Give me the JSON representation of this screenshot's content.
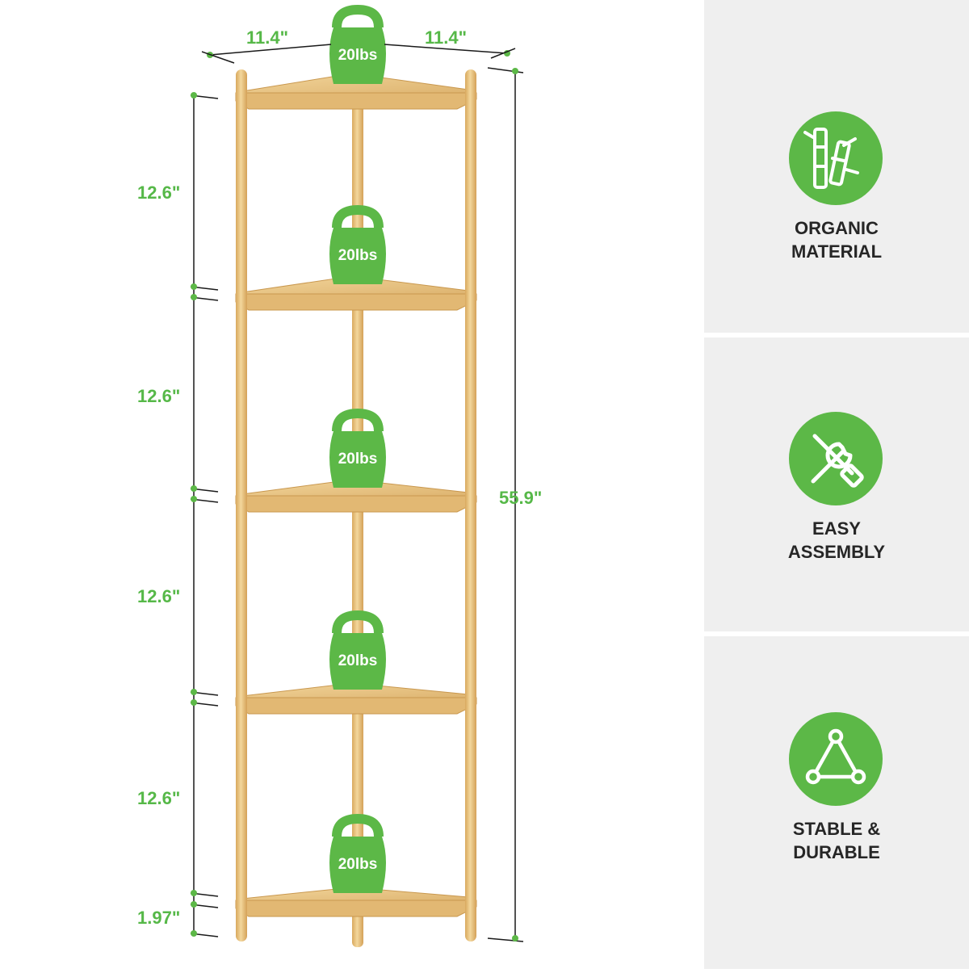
{
  "product": {
    "width_dims": [
      "11.4\"",
      "11.4\""
    ],
    "shelf_spacings": [
      "12.6\"",
      "12.6\"",
      "12.6\"",
      "12.6\""
    ],
    "bottom_clearance": "1.97\"",
    "total_height": "55.9\"",
    "load_label": "20lbs",
    "shelf_count": 5
  },
  "features": [
    {
      "icon": "bamboo-icon",
      "lines": [
        "ORGANIC",
        "MATERIAL"
      ]
    },
    {
      "icon": "tools-icon",
      "lines": [
        "EASY",
        "ASSEMBLY"
      ]
    },
    {
      "icon": "triangle-icon",
      "lines": [
        "STABLE &",
        "DURABLE"
      ]
    }
  ],
  "colors": {
    "accent": "#5cb847",
    "dimension_text": "#56b848",
    "bamboo": "#e2b873",
    "bamboo_light": "#f0d49a",
    "panel_bg": "#efefef",
    "label_text": "#262626"
  }
}
